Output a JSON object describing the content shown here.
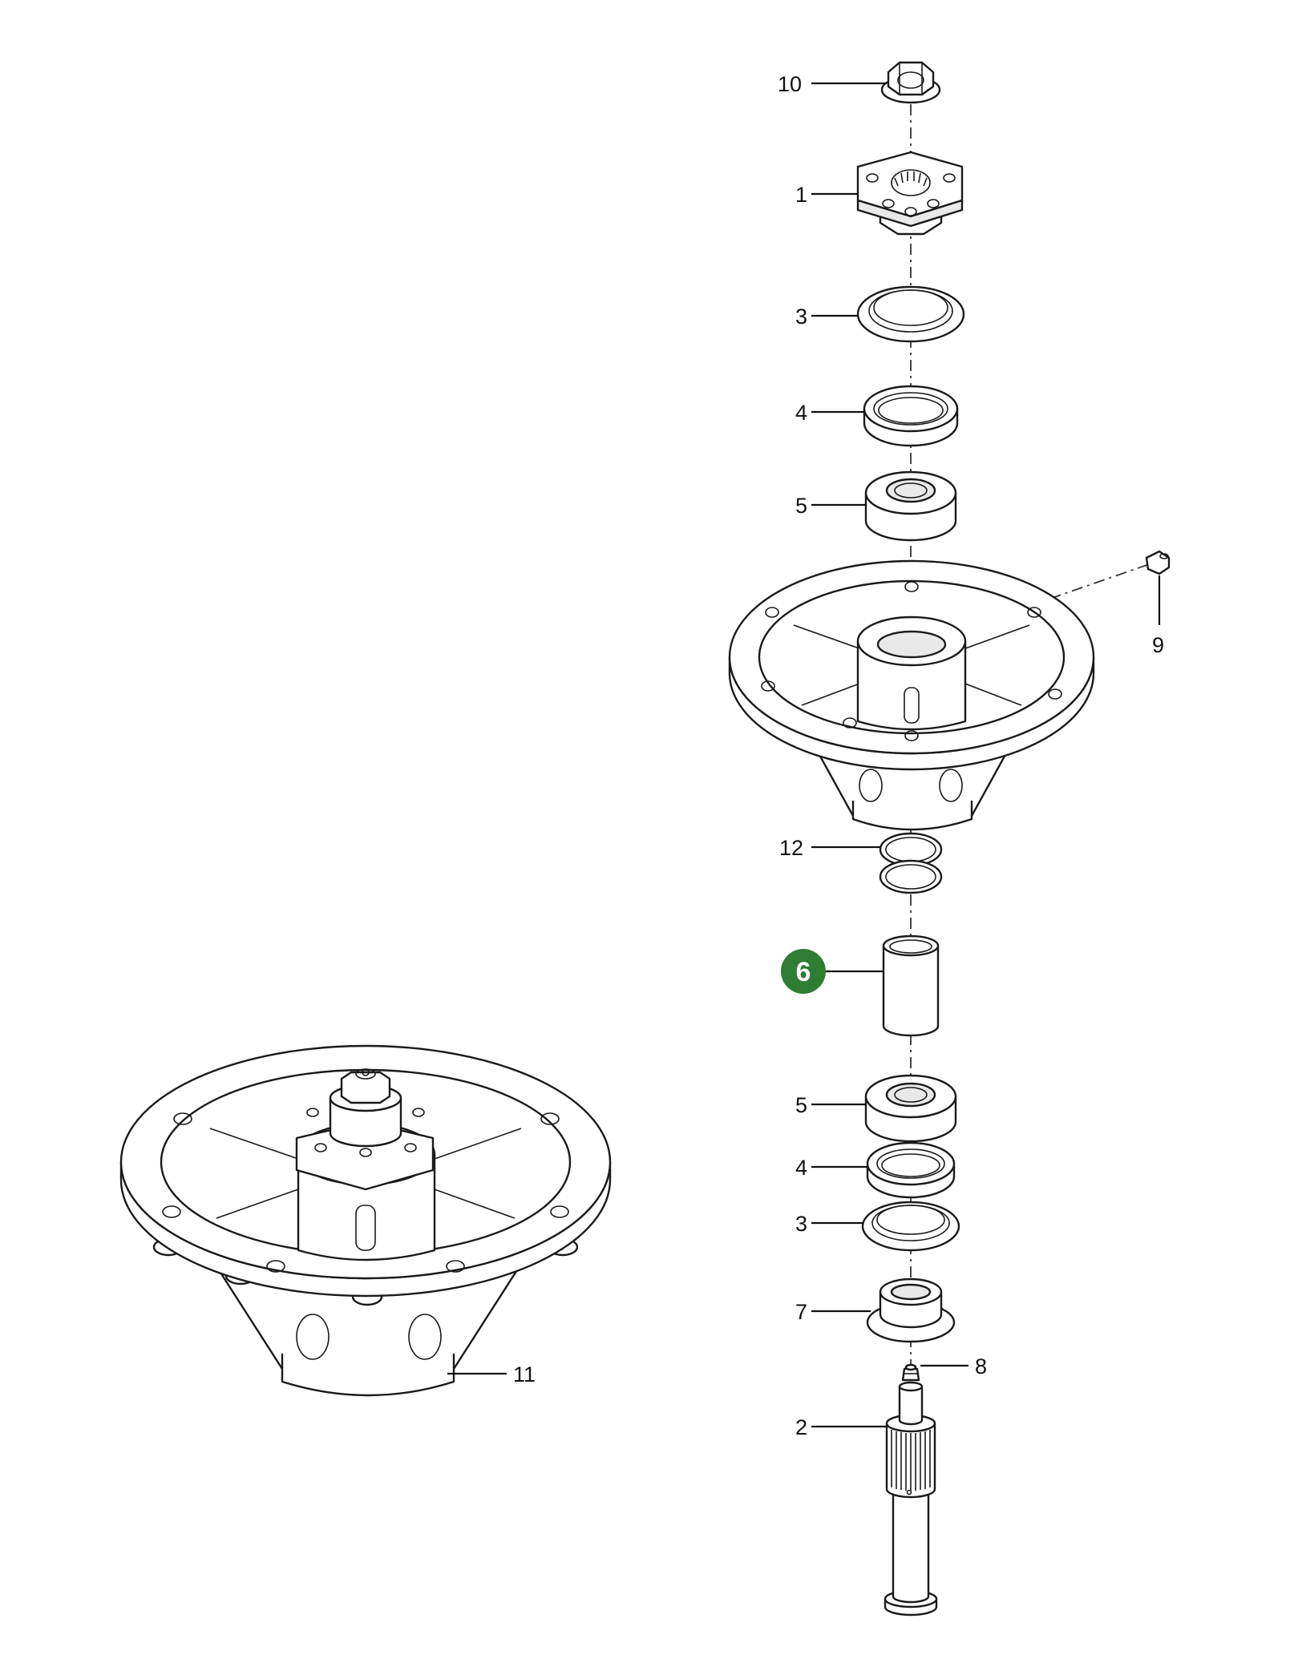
{
  "callouts": {
    "c1": "1",
    "c2": "2",
    "c3_top": "3",
    "c3_bottom": "3",
    "c4_top": "4",
    "c4_bottom": "4",
    "c5_top": "5",
    "c5_bottom": "5",
    "c6": "6",
    "c7": "7",
    "c8": "8",
    "c9": "9",
    "c10": "10",
    "c11": "11",
    "c12": "12"
  },
  "highlight": {
    "callout": "6",
    "color": "#2e7d32"
  },
  "icons": {
    "highlight_marker": "green-circle-badge-icon"
  }
}
